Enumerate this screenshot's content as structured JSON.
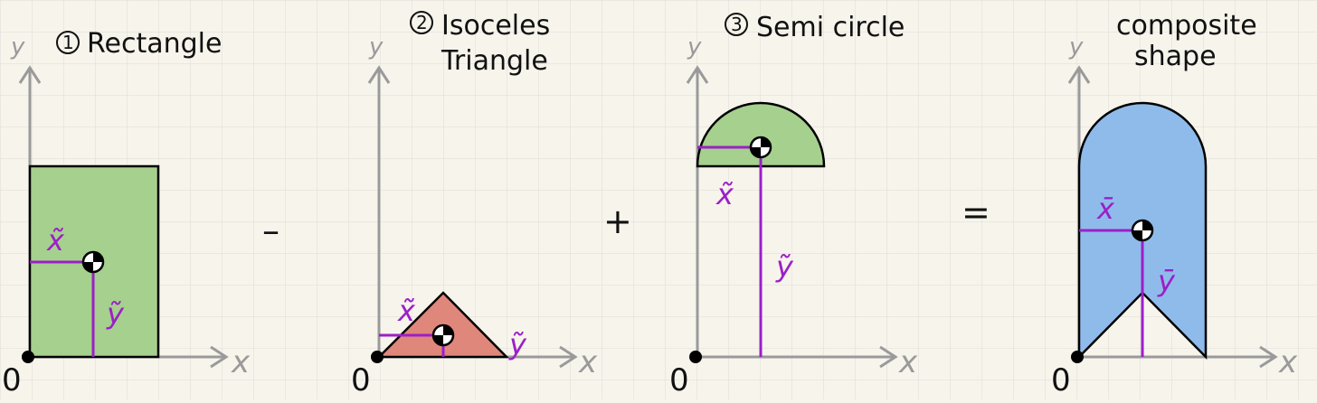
{
  "panels": [
    {
      "id": "1",
      "title_lines": [
        "Rectangle"
      ],
      "x_label": "x̃",
      "y_label": "ỹ"
    },
    {
      "id": "2",
      "title_lines": [
        "Isoceles",
        "Triangle"
      ],
      "x_label": "x̃",
      "y_label": "ỹ"
    },
    {
      "id": "3",
      "title_lines": [
        "Semi circle"
      ],
      "x_label": "x̃",
      "y_label": "ỹ"
    },
    {
      "id": "",
      "title_lines": [
        "composite",
        "shape"
      ],
      "x_label": "x̄",
      "y_label": "ȳ"
    }
  ],
  "operators": [
    "–",
    "+",
    "="
  ],
  "axes": {
    "x": "x",
    "y": "y",
    "origin": "0"
  },
  "colors": {
    "rectangle_fill": "#a6d08d",
    "triangle_fill": "#e0877b",
    "semicircle_fill": "#a6d08d",
    "composite_fill": "#8fbbeb",
    "label_purple": "#9b1fc8",
    "axis_gray": "#9a9a9a",
    "grid": "#dcdcd6"
  },
  "icons": [
    "centroid-marker-icon",
    "origin-dot-icon"
  ]
}
